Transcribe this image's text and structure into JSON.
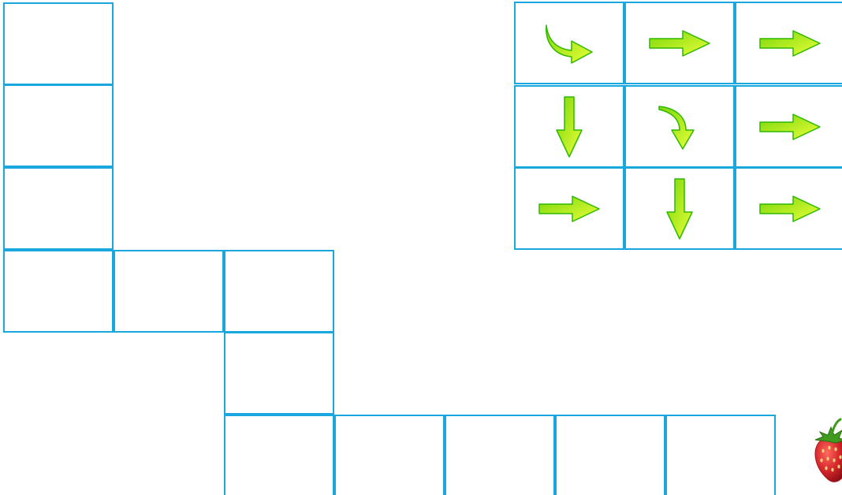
{
  "theme": {
    "cell_border": "#1aa7dd",
    "arrow_fill_light": "#e9ff3a",
    "arrow_fill_dark": "#7bd60a",
    "arrow_stroke": "#2fb800",
    "strawberry_red": "#d3242a",
    "strawberry_leaf": "#3f9a1e"
  },
  "path_cells": [
    {
      "id": "path-cell-1"
    },
    {
      "id": "path-cell-2"
    },
    {
      "id": "path-cell-3"
    },
    {
      "id": "path-cell-4"
    },
    {
      "id": "path-cell-5"
    },
    {
      "id": "path-cell-6"
    },
    {
      "id": "path-cell-7"
    },
    {
      "id": "path-cell-8"
    },
    {
      "id": "path-cell-9"
    },
    {
      "id": "path-cell-10"
    },
    {
      "id": "path-cell-11"
    },
    {
      "id": "path-cell-12"
    }
  ],
  "command_grid": {
    "rows": 3,
    "cols": 3,
    "cells": [
      [
        "turn-right-down-icon",
        "arrow-right-icon",
        "arrow-right-icon"
      ],
      [
        "arrow-down-icon",
        "turn-down-right-icon",
        "arrow-right-icon"
      ],
      [
        "arrow-right-icon",
        "arrow-down-icon",
        "arrow-right-icon"
      ]
    ]
  },
  "goal": {
    "icon": "strawberry-icon"
  }
}
